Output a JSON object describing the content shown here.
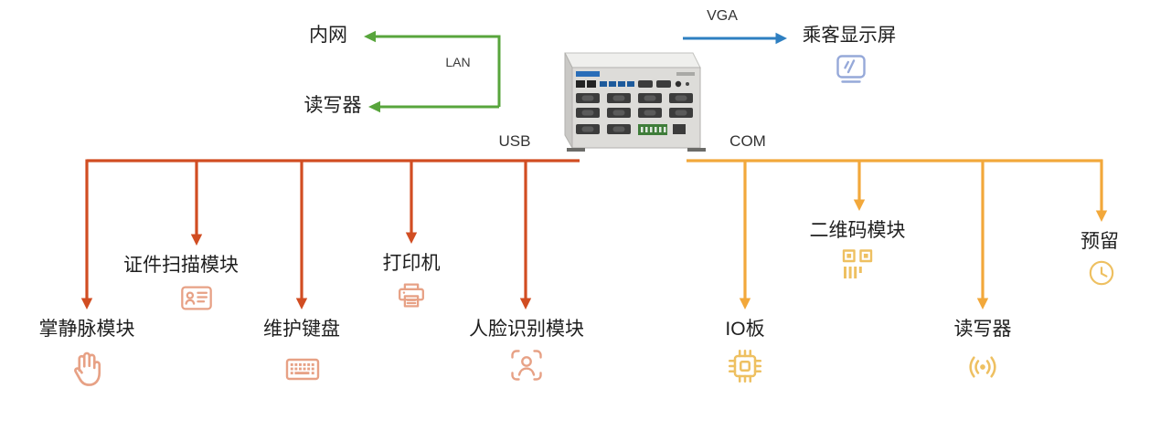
{
  "colors": {
    "lan": "#58a53c",
    "vga": "#2e7fc1",
    "usb": "#d14d22",
    "com": "#f2a83b",
    "usb_icon": "#e7a185",
    "com_icon": "#eec061",
    "display_icon": "#96a9d9",
    "text": "#1f1f1f"
  },
  "device": {
    "image": "industrial-pc"
  },
  "buses": {
    "lan": {
      "label": "LAN",
      "targets": [
        {
          "label": "内网"
        },
        {
          "label": "读写器"
        }
      ]
    },
    "vga": {
      "label": "VGA",
      "target": {
        "label": "乘客显示屏",
        "icon": "display-icon"
      }
    },
    "usb": {
      "label": "USB",
      "devices": [
        {
          "label": "掌静脉模块",
          "icon": "palm-icon"
        },
        {
          "label": "证件扫描模块",
          "icon": "id-card-icon"
        },
        {
          "label": "维护键盘",
          "icon": "keyboard-icon"
        },
        {
          "label": "打印机",
          "icon": "printer-icon"
        },
        {
          "label": "人脸识别模块",
          "icon": "face-recognition-icon"
        }
      ]
    },
    "com": {
      "label": "COM",
      "devices": [
        {
          "label": "IO板",
          "icon": "io-chip-icon"
        },
        {
          "label": "二维码模块",
          "icon": "qr-code-icon"
        },
        {
          "label": "读写器",
          "icon": "rfid-reader-icon"
        },
        {
          "label": "预留",
          "icon": "clock-icon"
        }
      ]
    }
  }
}
